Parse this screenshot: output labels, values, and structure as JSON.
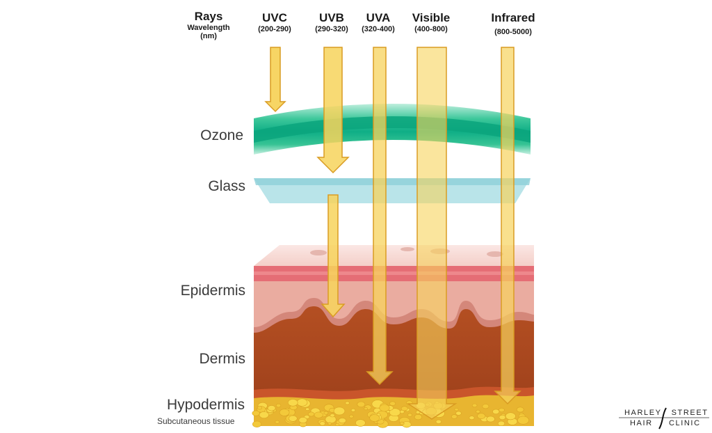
{
  "header": {
    "rays_label": "Rays",
    "wavelength_label": "Wavelength",
    "unit_label": "(nm)"
  },
  "rays": [
    {
      "name": "UVC",
      "range": "(200-290)"
    },
    {
      "name": "UVB",
      "range": "(290-320)"
    },
    {
      "name": "UVA",
      "range": "(320-400)"
    },
    {
      "name": "Visible",
      "range": "(400-800)"
    },
    {
      "name": "Infrared",
      "range": "(800-5000)"
    }
  ],
  "layers": {
    "ozone": "Ozone",
    "glass": "Glass",
    "epidermis": "Epidermis",
    "dermis": "Dermis",
    "hypodermis": "Hypodermis",
    "hypodermis_sub": "Subcutaneous tissue"
  },
  "logo": {
    "line1_left": "HARLEY",
    "line1_right": "STREET",
    "line2_left": "HAIR",
    "line2_right": "CLINIC"
  },
  "colors": {
    "ray_fill": "#f7d35c",
    "ray_edge": "#d99b22",
    "ozone": "#13b38a",
    "glass": "#a9dde3",
    "epidermis": "#e9a89c",
    "dermis": "#a9461f",
    "hypodermis": "#eec53a"
  }
}
